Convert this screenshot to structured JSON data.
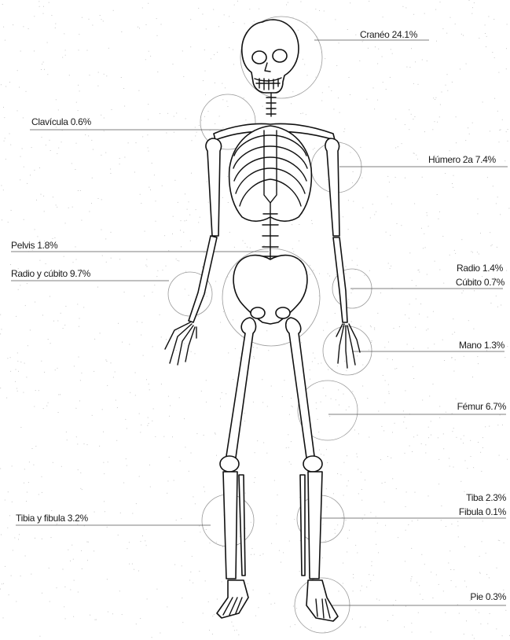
{
  "labels": {
    "craneo": "Cranéo 24.1%",
    "clavicula": "Clavícula 0.6%",
    "humero": "Húmero 2a 7.4%",
    "pelvis": "Pelvis 1.8%",
    "radio": "Radio 1.4%",
    "cubito": "Cúbito 0.7%",
    "radio_cubito": "Radio y cúbito 9.7%",
    "mano": "Mano 1.3%",
    "femur": "Fémur 6.7%",
    "tibia": "Tiba 2.3%",
    "fibula": "Fibula 0.1%",
    "tibia_fibula": "Tibia y fibula 3.2%",
    "pie": "Pie 0.3%"
  },
  "colors": {
    "bone_outline": "#111111",
    "leader_line": "#555555",
    "ring": "#9a9a9a"
  }
}
